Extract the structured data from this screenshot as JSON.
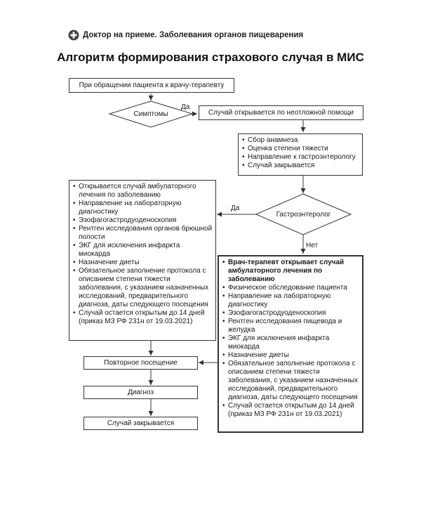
{
  "header": {
    "icon": "plus-circle-icon",
    "text": "Доктор на приеме. Заболевания органов пищеварения"
  },
  "title": "Алгоритм формирования страхового случая в МИС",
  "nodes": {
    "start": "При обращении пациента к врачу-терапевту",
    "symptoms": "Симптомы",
    "emergency": "Случай открывается по неотложной помощи",
    "steps": [
      "Сбор анамнеза",
      "Оценка степени тяжести",
      "Направление к гастроэнтерологу",
      "Случай закрывается"
    ],
    "gastro": "Гастроэнтеролог",
    "left_list": [
      "Открывается случай амбулаторного лечения по заболеванию",
      "Направление на лабораторную диагностику",
      "Эзофагогастродуоденоскопия",
      "Рентген исследования органов брюшной полости",
      "ЭКГ для исключения инфаркта миокарда",
      "Назначение диеты",
      "Обязательное заполнение протокола с описанием степени тяжести заболевания, с указанием назначенных исследований, предварительного диагноза, даты следующего посещения",
      "Случай остается открытым до 14 дней (приказ МЗ РФ 231н от 19.03.2021)"
    ],
    "right_title": "Врач-терапевт открывает случай амбулаторного лечения по заболеванию",
    "right_list": [
      "Физическое обследование пациента",
      "Направление на лабораторную диагностику",
      "Эзофагогастродуоденоскопия",
      "Рентген исследования пищевода и желудка",
      "ЭКГ для исключения инфаркта миокарда",
      "Назначение диеты",
      "Обязательное заполнение протокола с описанием степени тяжести заболевания, с указанием назначенных исследований, предварительного диагноза, даты следующего посещения",
      "Случай остается открытым до 14 дней (приказ МЗ РФ 231н от 19.03.2021)"
    ],
    "repeat": "Повторное посещение",
    "diagnosis": "Диагноз",
    "close": "Случай закрывается"
  },
  "edges": {
    "yes1": "Да",
    "yes2": "Да",
    "no": "Нет"
  }
}
